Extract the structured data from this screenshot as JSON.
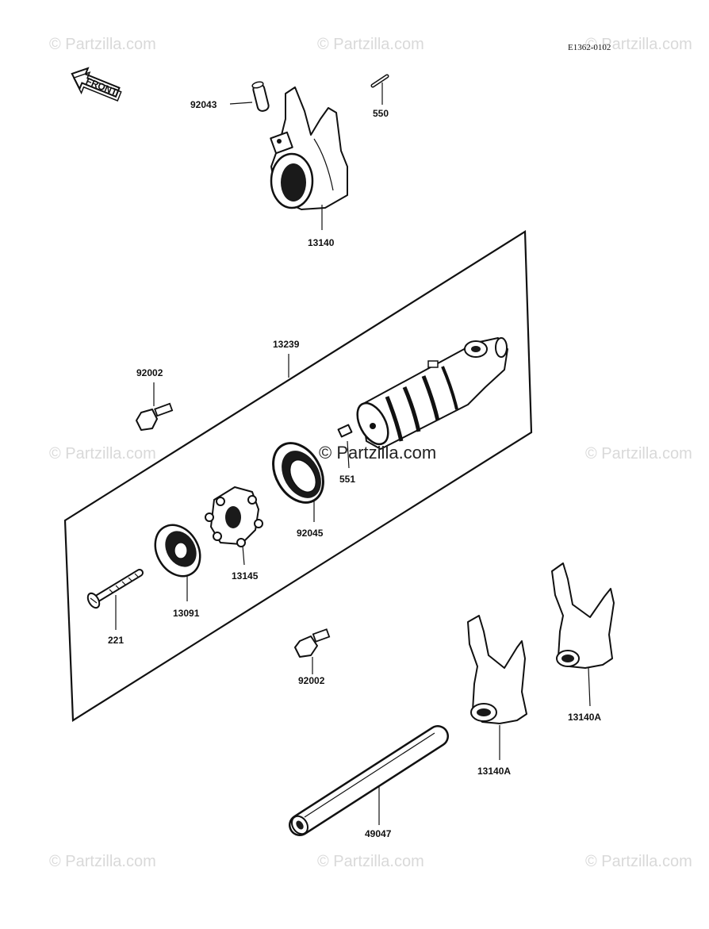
{
  "diagram_code": "E1362-0102",
  "front_label": "FRONT",
  "watermark": "© Partzilla.com",
  "center_watermark": "© Partzilla.com",
  "parts": [
    {
      "id": "92043"
    },
    {
      "id": "550"
    },
    {
      "id": "13140"
    },
    {
      "id": "13239"
    },
    {
      "id": "92002"
    },
    {
      "id": "551"
    },
    {
      "id": "92045"
    },
    {
      "id": "13145"
    },
    {
      "id": "13091"
    },
    {
      "id": "221"
    },
    {
      "id": "92002"
    },
    {
      "id": "13140A"
    },
    {
      "id": "13140A"
    },
    {
      "id": "49047"
    }
  ]
}
